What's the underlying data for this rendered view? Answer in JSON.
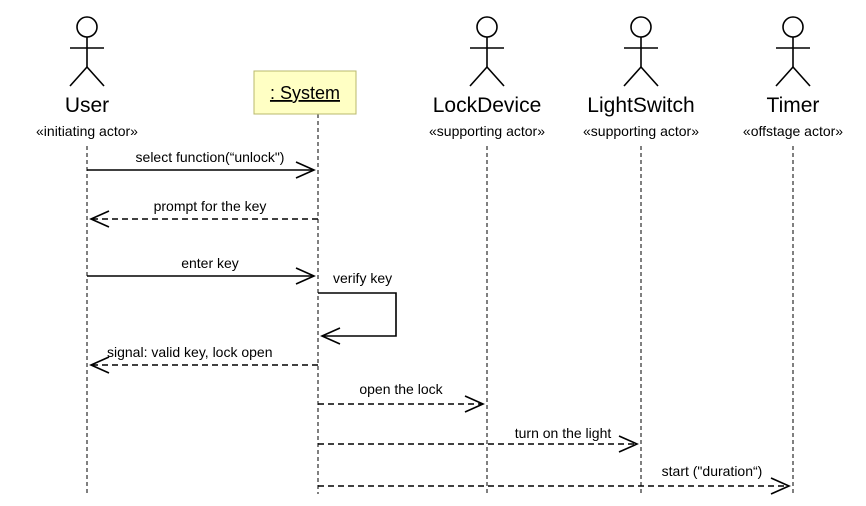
{
  "participants": [
    {
      "name": "User",
      "stereotype": "«initiating actor»",
      "kind": "actor"
    },
    {
      "name": ": System",
      "stereotype": "",
      "kind": "object"
    },
    {
      "name": "LockDevice",
      "stereotype": "«supporting actor»",
      "kind": "actor"
    },
    {
      "name": "LightSwitch",
      "stereotype": "«supporting actor»",
      "kind": "actor"
    },
    {
      "name": "Timer",
      "stereotype": "«offstage actor»",
      "kind": "actor"
    }
  ],
  "messages": [
    {
      "label": "select function(“unlock\")",
      "from": "User",
      "to": ": System",
      "style": "solid"
    },
    {
      "label": "prompt for the key",
      "from": ": System",
      "to": "User",
      "style": "dashed"
    },
    {
      "label": "enter key",
      "from": "User",
      "to": ": System",
      "style": "solid"
    },
    {
      "label": "verify key",
      "from": ": System",
      "to": ": System",
      "style": "solid"
    },
    {
      "label": "signal: valid key, lock open",
      "from": ": System",
      "to": "User",
      "style": "dashed"
    },
    {
      "label": "open the lock",
      "from": ": System",
      "to": "LockDevice",
      "style": "dashed"
    },
    {
      "label": "turn on the light",
      "from": ": System",
      "to": "LightSwitch",
      "style": "dashed"
    },
    {
      "label": "start (\"duration“)",
      "from": ": System",
      "to": "Timer",
      "style": "dashed"
    }
  ],
  "colors": {
    "system_box_fill": "#ffffc4",
    "system_box_border": "#b8b86c",
    "line": "#000000"
  }
}
